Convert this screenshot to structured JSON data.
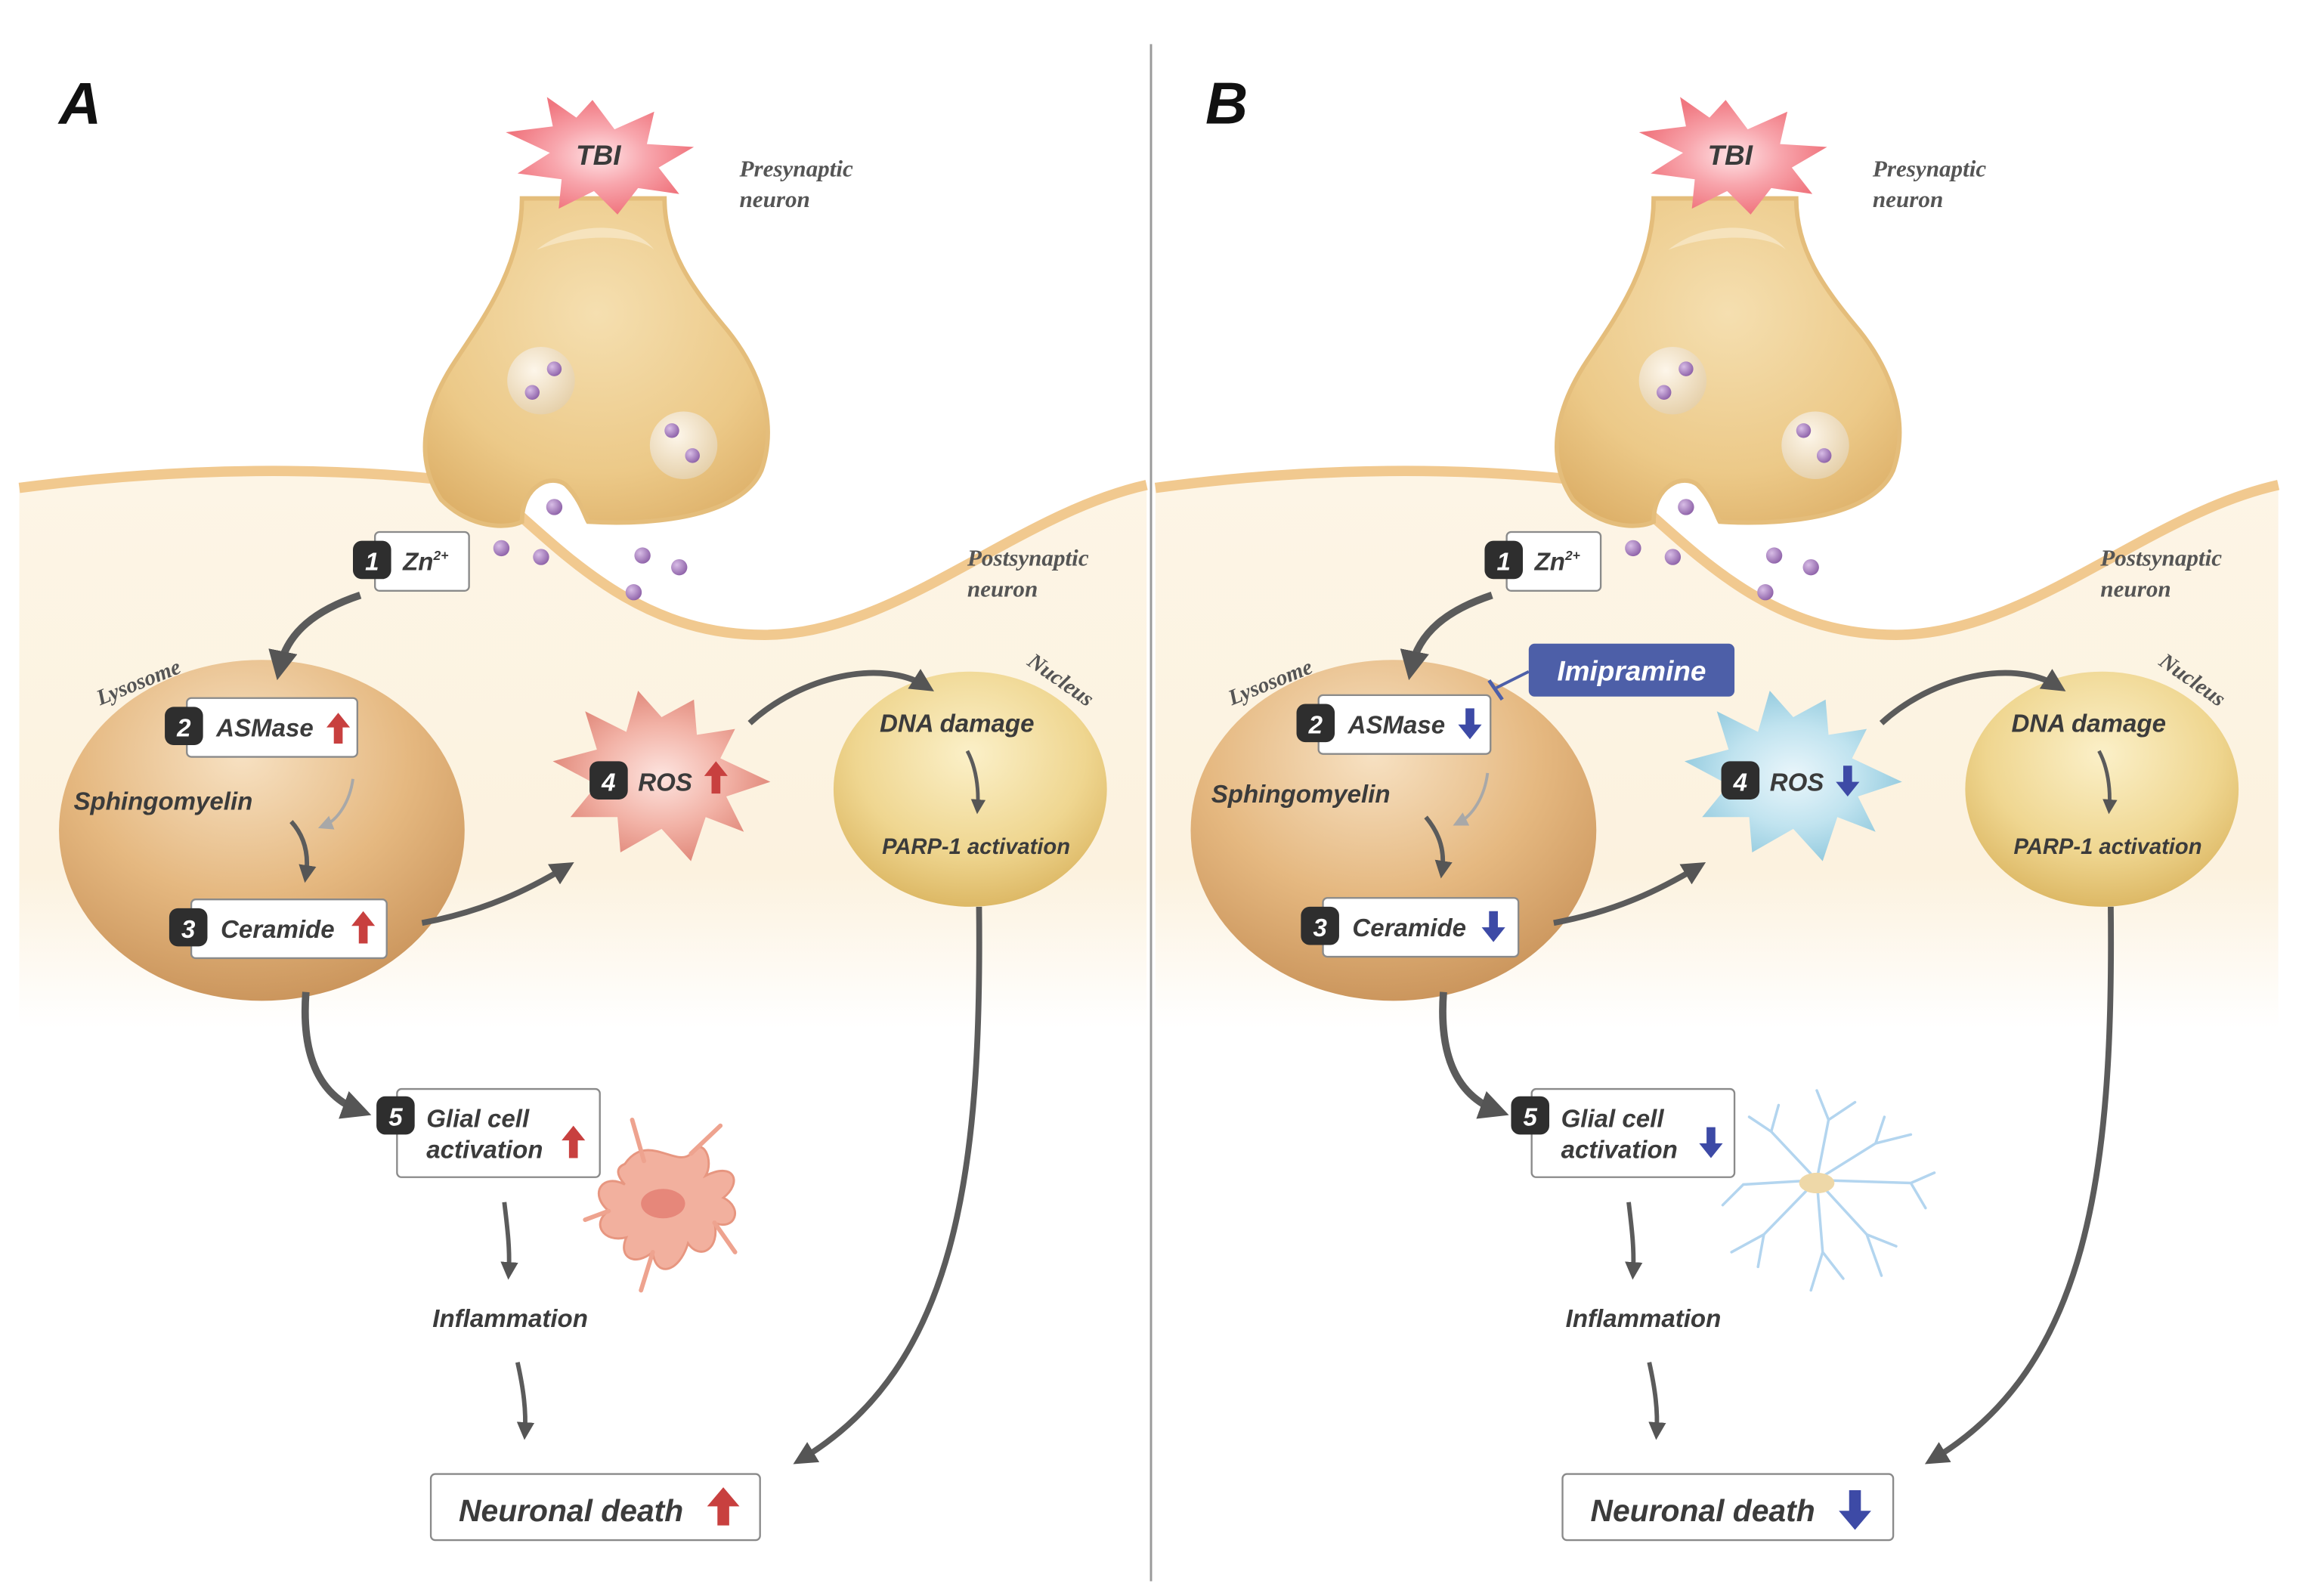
{
  "panels": [
    {
      "letter": "A",
      "tbi": "TBI",
      "presynaptic": [
        "Presynaptic",
        "neuron"
      ],
      "postsynaptic": [
        "Postsynaptic",
        "neuron"
      ],
      "lysosome": "Lysosome",
      "nucleus": "Nucleus",
      "zn": {
        "num": "1",
        "label": "Zn",
        "sup": "2+"
      },
      "asmase": {
        "num": "2",
        "label": "ASMase",
        "change": "up"
      },
      "sphingomyelin": "Sphingomyelin",
      "ceramide": {
        "num": "3",
        "label": "Ceramide",
        "change": "up"
      },
      "ros": {
        "num": "4",
        "label": "ROS",
        "change": "up"
      },
      "dna_damage": "DNA damage",
      "parp": "PARP-1 activation",
      "glial": {
        "num": "5",
        "line1": "Glial cell",
        "line2": "activation",
        "change": "up"
      },
      "inflammation": "Inflammation",
      "neuronal_death": {
        "label": "Neuronal death",
        "change": "up"
      }
    },
    {
      "letter": "B",
      "tbi": "TBI",
      "presynaptic": [
        "Presynaptic",
        "neuron"
      ],
      "postsynaptic": [
        "Postsynaptic",
        "neuron"
      ],
      "lysosome": "Lysosome",
      "nucleus": "Nucleus",
      "zn": {
        "num": "1",
        "label": "Zn",
        "sup": "2+"
      },
      "asmase": {
        "num": "2",
        "label": "ASMase",
        "change": "down"
      },
      "inhibitor": "Imipramine",
      "sphingomyelin": "Sphingomyelin",
      "ceramide": {
        "num": "3",
        "label": "Ceramide",
        "change": "down"
      },
      "ros": {
        "num": "4",
        "label": "ROS",
        "change": "down"
      },
      "dna_damage": "DNA damage",
      "parp": "PARP-1 activation",
      "glial": {
        "num": "5",
        "line1": "Glial cell",
        "line2": "activation",
        "change": "down"
      },
      "inflammation": "Inflammation",
      "neuronal_death": {
        "label": "Neuronal death",
        "change": "down"
      }
    }
  ],
  "colors": {
    "up_arrow": "#c8403f",
    "down_arrow": "#3d4aa6",
    "inhibitor_box": "#4d5fa8",
    "ros_up": "#e89a8c",
    "ros_down": "#a9d6e6",
    "membrane": "#f1c98f",
    "cytoplasm": "#fcf3e3"
  }
}
